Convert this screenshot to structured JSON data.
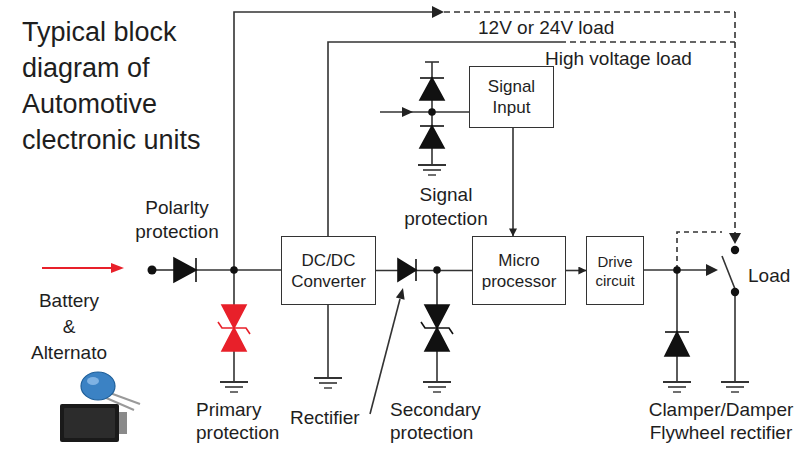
{
  "diagram": {
    "title": "Typical block diagram of Automotive clectronic units",
    "nodes": [
      {
        "text": [
          "DC/DC Converter"
        ]
      },
      {
        "text": [
          "Signal Input"
        ]
      },
      {
        "text": [
          "Micro processor"
        ]
      },
      {
        "text": [
          "Drive circuit"
        ]
      }
    ],
    "edges": [
      {
        "from": 0,
        "to": 2,
        "arrow": "none"
      },
      {
        "from": 1,
        "to": 2,
        "arrow": "to"
      },
      {
        "from": 2,
        "to": 3,
        "arrow": "to"
      }
    ],
    "labels": [
      "12V or 24V load",
      "High voltage load",
      "Polarlty protection",
      "Battery & Alternato",
      "Signal protection",
      "Primary protection",
      "Rectifier",
      "Secondary protection",
      "Clamper/Damper Flywheel rectifier",
      "Load"
    ]
  }
}
